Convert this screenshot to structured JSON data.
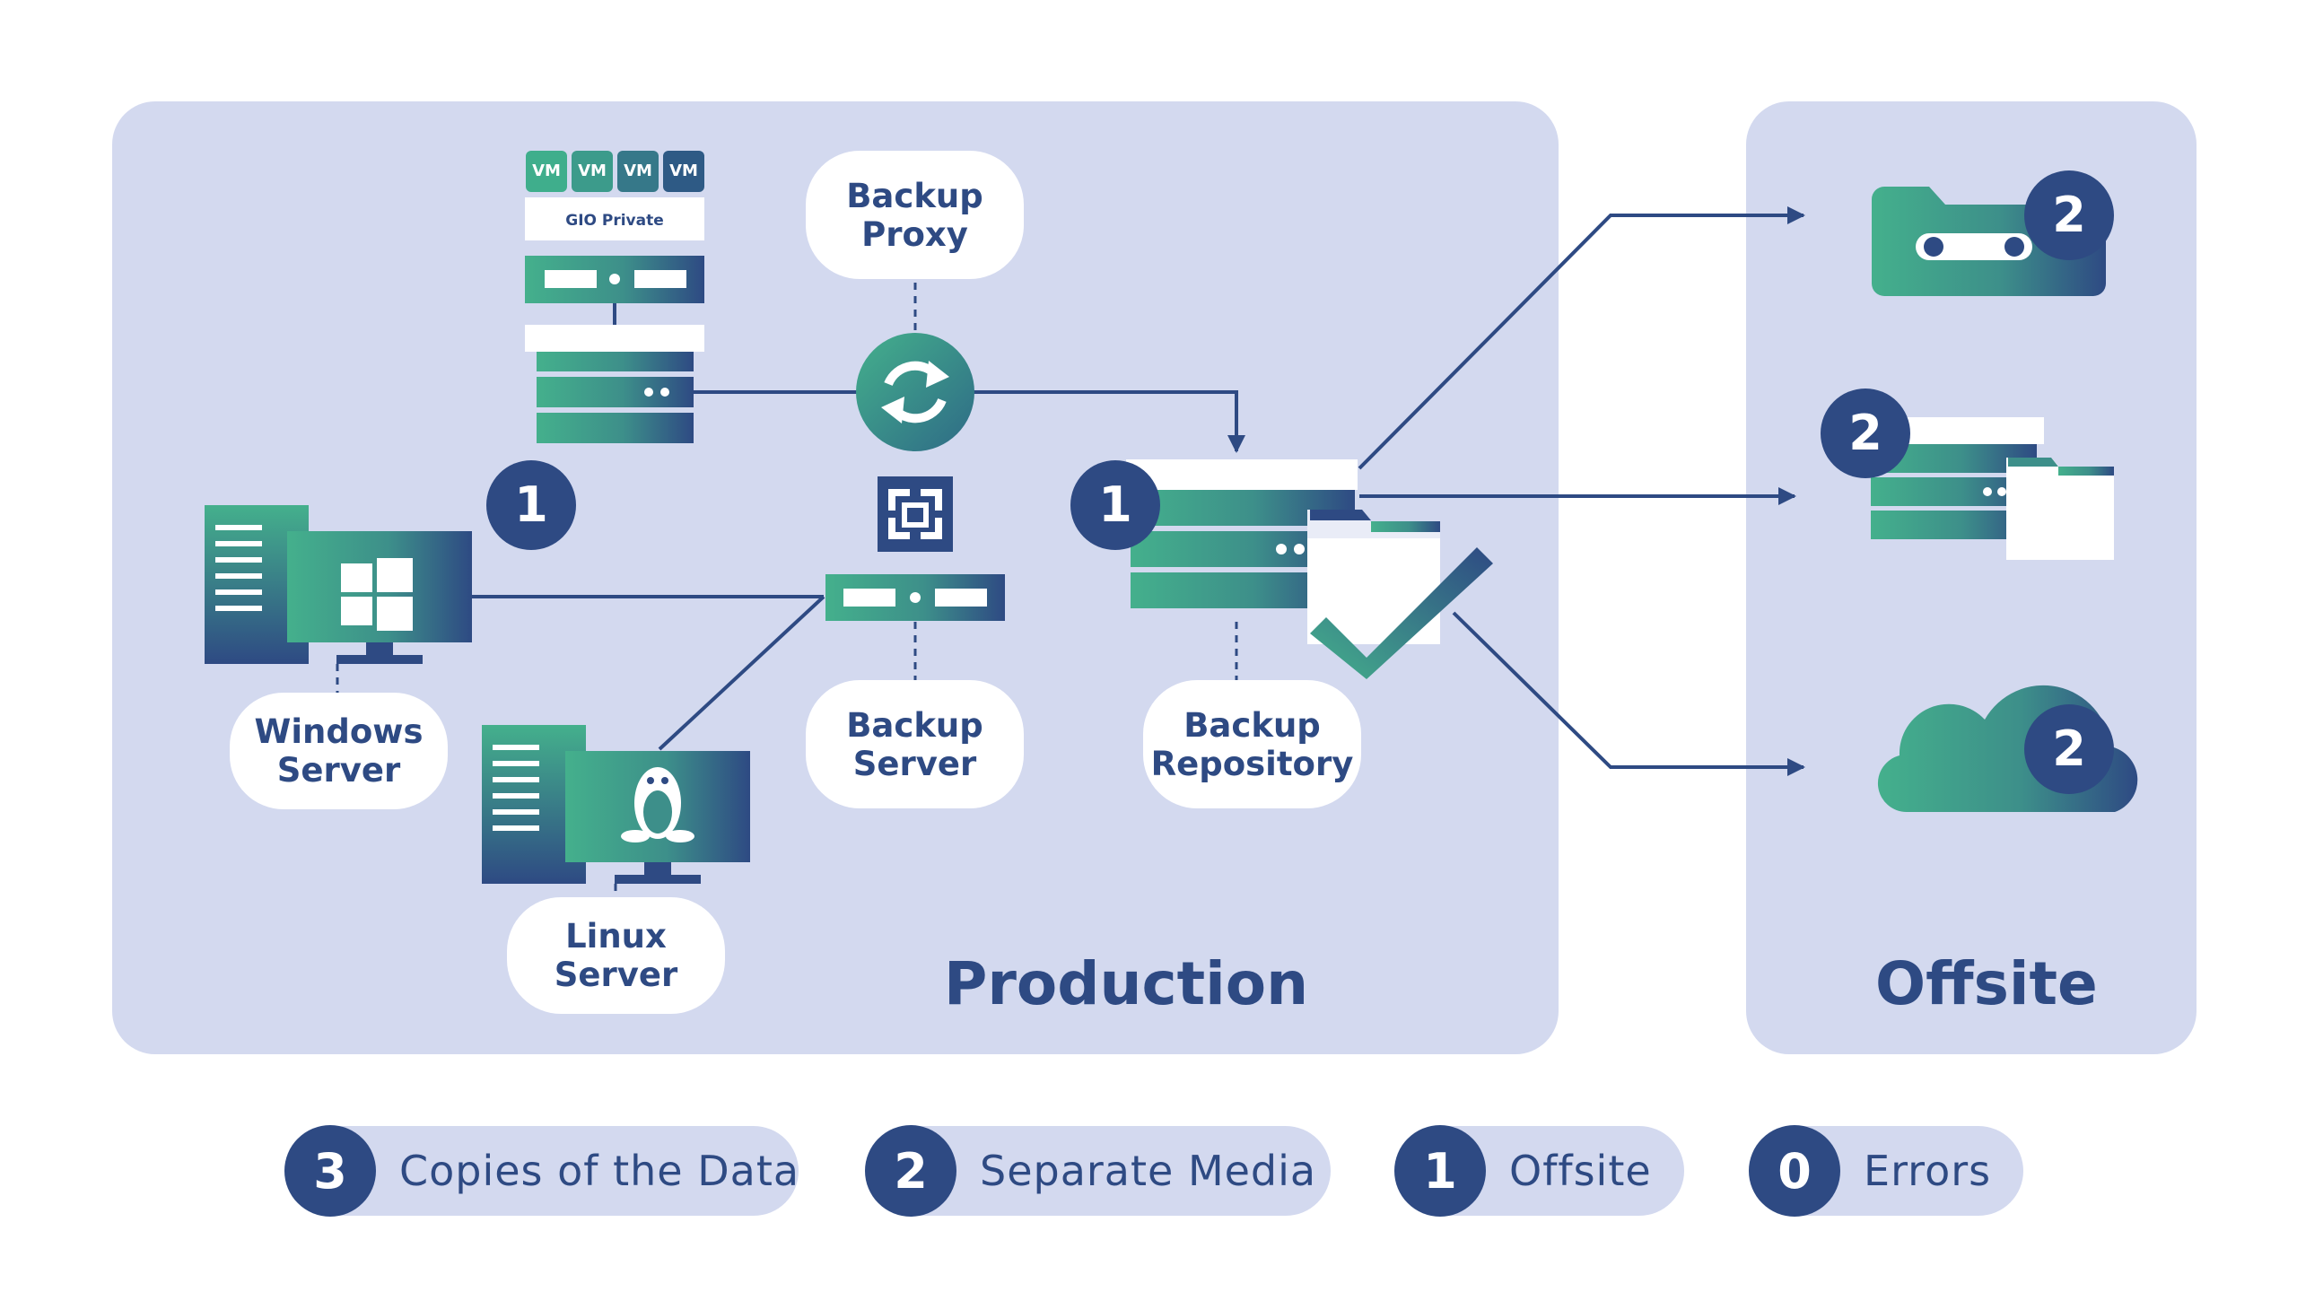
{
  "zones": {
    "production_title": "Production",
    "offsite_title": "Offsite"
  },
  "nodes": {
    "backup_proxy": [
      "Backup",
      "Proxy"
    ],
    "backup_server": [
      "Backup",
      "Server"
    ],
    "backup_repository": [
      "Backup",
      "Repository"
    ],
    "windows_server": [
      "Windows",
      "Server"
    ],
    "linux_server": [
      "Linux",
      "Server"
    ]
  },
  "cloud_stack": {
    "vm_labels": [
      "VM",
      "VM",
      "VM",
      "VM"
    ],
    "title": "GIO Private"
  },
  "badges": {
    "production_source": "1",
    "production_repository": "1",
    "offsite_tape": "2",
    "offsite_storage": "2",
    "offsite_cloud": "2"
  },
  "legend": [
    {
      "number": "3",
      "text": "Copies of the Data"
    },
    {
      "number": "2",
      "text": "Separate Media"
    },
    {
      "number": "1",
      "text": "Offsite"
    },
    {
      "number": "0",
      "text": "Errors"
    }
  ],
  "colors": {
    "navy": "#2e4a83",
    "teal": "#3fae8c",
    "zone_background": "#d3d9ef",
    "white": "#ffffff"
  }
}
